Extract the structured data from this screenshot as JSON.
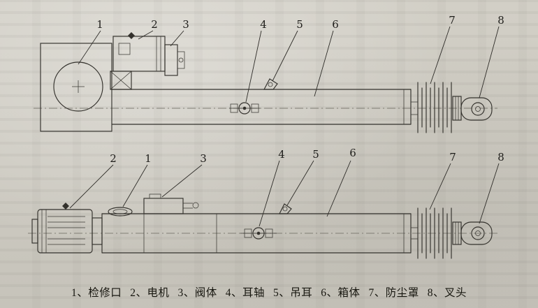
{
  "diagram": {
    "top_view": {
      "labels": [
        "1",
        "2",
        "3",
        "4",
        "5",
        "6",
        "7",
        "8"
      ]
    },
    "bottom_view": {
      "labels": [
        "2",
        "1",
        "3",
        "4",
        "5",
        "6",
        "7",
        "8"
      ]
    },
    "legend": {
      "items": [
        "1、检修口",
        "2、电机",
        "3、阀体",
        "4、耳轴",
        "5、吊耳",
        "6、箱体",
        "7、防尘罩",
        "8、叉头"
      ]
    }
  }
}
